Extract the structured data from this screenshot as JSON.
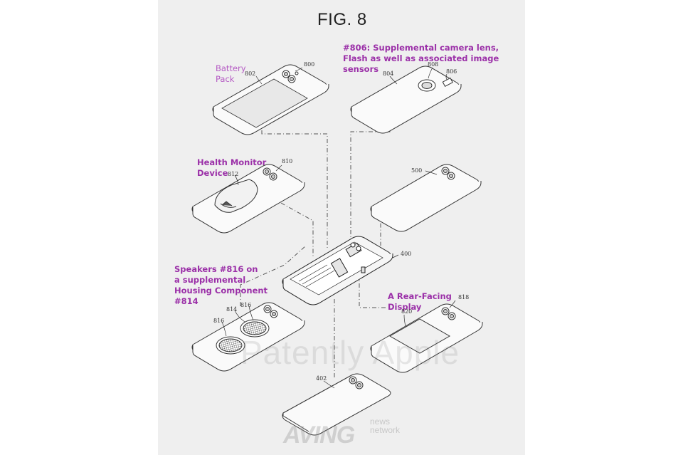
{
  "figure": {
    "title": "FIG. 8"
  },
  "callouts": {
    "battery": "Battery\nPack",
    "camera": "#806: Supplemental camera lens,\nFlash as well as associated image\nsensors",
    "health": "Health Monitor\nDevice",
    "speakers": "Speakers #816 on\na supplemental\nHousing Component\n#814",
    "rear_display": "A Rear-Facing\nDisplay"
  },
  "reference_numerals": {
    "n800": "800",
    "n802": "802",
    "n804": "804",
    "n806": "806",
    "n808": "808",
    "n810": "810",
    "n812": "812",
    "n500": "500",
    "n400": "400",
    "n814": "814",
    "n816a": "816",
    "n816b": "816",
    "n818": "818",
    "n820": "820",
    "n402": "402"
  },
  "watermarks": {
    "main": "Patently Apple",
    "aving": "AVING",
    "aving_sub": "news\nnetwork"
  },
  "colors": {
    "callout": "#9b30a8",
    "line": "#333333",
    "sheet": "#efefef"
  }
}
